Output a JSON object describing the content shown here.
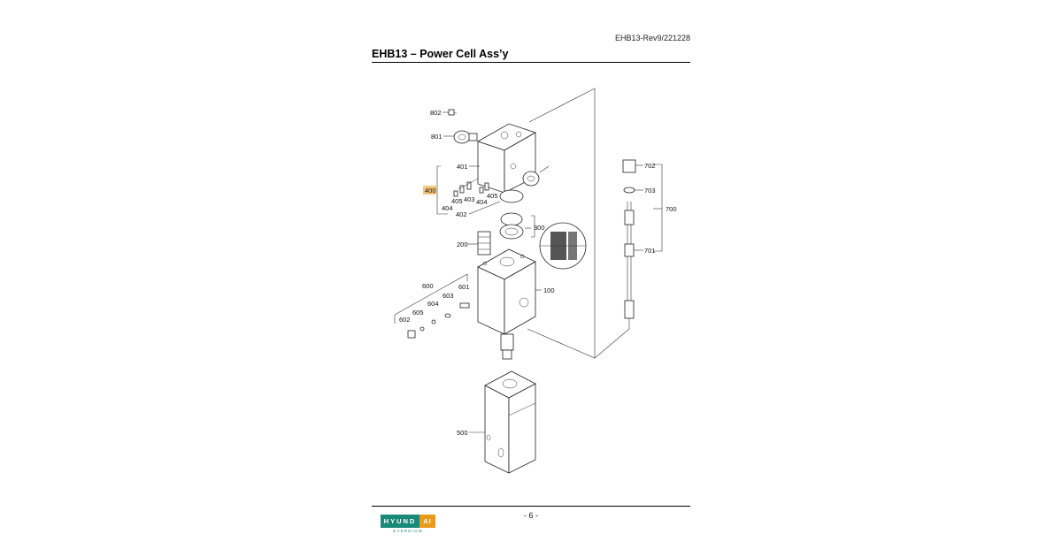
{
  "header": {
    "doc_code": "EHB13-Rev9/221228",
    "title": "EHB13 – Power Cell Ass’y"
  },
  "footer": {
    "page_number": "- 6 -",
    "logo_main": "HYUNDAI",
    "logo_accent": "AI",
    "logo_main_part": "HYUND",
    "logo_sub": "EVERDIGM"
  },
  "diagram": {
    "labels": {
      "p802": "802",
      "p801": "801",
      "p401": "401",
      "p400": "400",
      "p404a": "404",
      "p405a": "405",
      "p403": "403",
      "p404b": "404",
      "p405b": "405",
      "p402": "402",
      "p300": "300",
      "p200": "200",
      "p600": "600",
      "p601": "601",
      "p603": "603",
      "p604": "604",
      "p605": "605",
      "p602": "602",
      "p100": "100",
      "p500": "500",
      "p702": "702",
      "p703": "703",
      "p700": "700",
      "p701": "701"
    },
    "highlight_color": "#f5c77a"
  }
}
